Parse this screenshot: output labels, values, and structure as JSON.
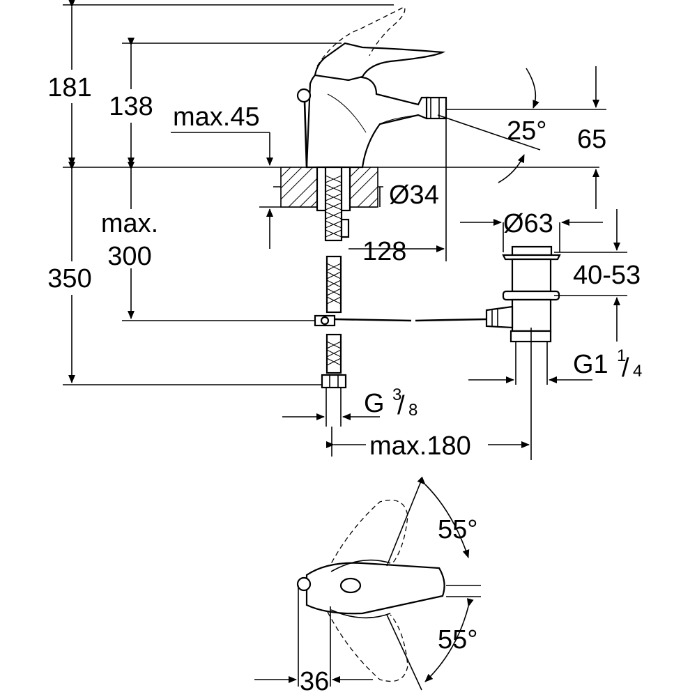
{
  "diagram": {
    "labels": {
      "total_height": "181",
      "spout_height": "138",
      "deck_thickness": "max.45",
      "hole_diameter": "Ø34",
      "supply_length_label_1": "max.",
      "supply_length_label_2": "300",
      "installation_depth": "350",
      "spout_reach": "128",
      "spout_angle": "25°",
      "aerator_height": "65",
      "waste_diameter": "Ø63",
      "waste_range": "40-53",
      "waste_thread_main": "G1",
      "waste_thread_num": "1",
      "waste_thread_den": "4",
      "supply_thread_main": "G",
      "supply_thread_num": "3",
      "supply_thread_den": "8",
      "max_rod_length": "max.180",
      "lever_angle_upper": "55°",
      "lever_angle_lower": "55°",
      "body_width": "36"
    }
  }
}
